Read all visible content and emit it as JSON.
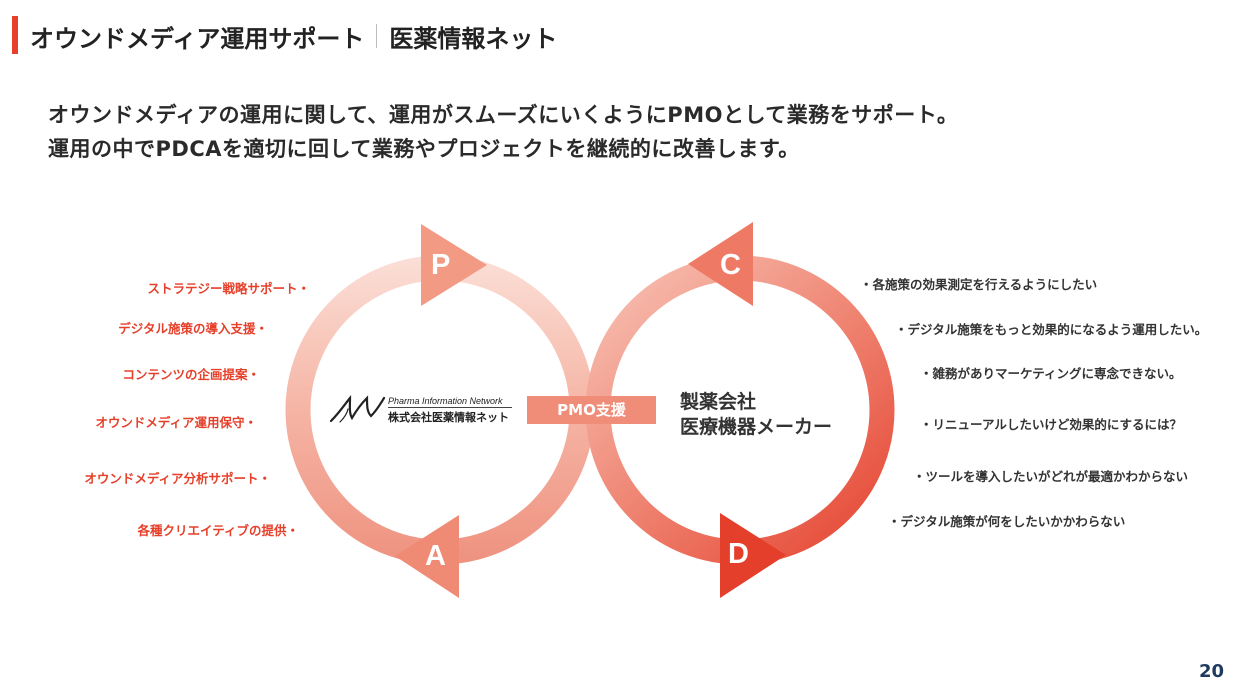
{
  "header": {
    "title": "オウンドメディア運用サポート",
    "client": "医薬情報ネット"
  },
  "intro": {
    "line1": "オウンドメディアの運用に関して、運用がスムーズにいくようにPMOとして業務をサポート。",
    "line2": "運用の中でPDCAを適切に回して業務やプロジェクトを継続的に改善します。"
  },
  "cycle": {
    "p": "P",
    "c": "C",
    "a": "A",
    "d": "D"
  },
  "left_items": [
    "ストラテジー戦略サポート・",
    "デジタル施策の導入支援・",
    "コンテンツの企画提案・",
    "オウンドメディア運用保守・",
    "オウンドメディア分析サポート・",
    "各種クリエイティブの提供・"
  ],
  "right_items": [
    "・各施策の効果測定を行えるようにしたい",
    "・デジタル施策をもっと効果的になるよう運用したい。",
    "・雑務がありマーケティングに専念できない。",
    "・リニューアルしたいけど効果的にするには？",
    "・ツールを導入したいがどれが最適かわからない",
    "・デジタル施策が何をしたいかかわらない"
  ],
  "center": {
    "pmo_label": "PMO支援",
    "maker_line1": "製薬会社",
    "maker_line2": "医療機器メーカー"
  },
  "logo": {
    "network_name": "Pharma Information Network",
    "company_name": "株式会社医薬情報ネット"
  },
  "page_number": "20",
  "colors": {
    "accent": "#e6402b",
    "light": "#f9d6cc",
    "navy": "#1f3a5f"
  }
}
